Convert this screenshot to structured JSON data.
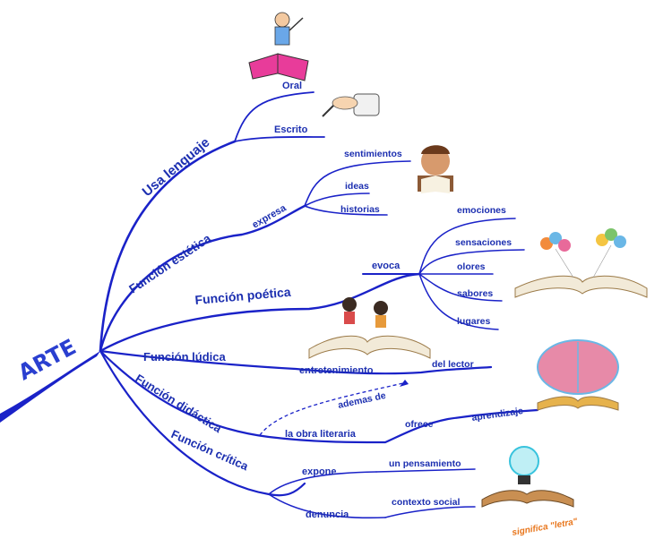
{
  "root": {
    "label": "ARTE"
  },
  "branches": {
    "usa_lenguaje": {
      "label": "Usa lenguaje",
      "children": [
        "Oral",
        "Escrito"
      ]
    },
    "funcion_estetica": {
      "label": "Función estética",
      "connector": "expresa",
      "children": [
        "sentimientos",
        "ideas",
        "historias"
      ]
    },
    "funcion_poetica": {
      "label": "Función poética",
      "connector": "evoca",
      "children": [
        "emociones",
        "sensaciones",
        "olores",
        "sabores",
        "lugares"
      ]
    },
    "funcion_ludica": {
      "label": "Función lúdica",
      "connector": "entretenimiento",
      "target": "del lector"
    },
    "funcion_didactica": {
      "label": "Función didáctica",
      "connector": "la obra literaria",
      "link": "ademas de",
      "sub_connector": "ofrece",
      "child": "aprendizaje"
    },
    "funcion_critica": {
      "label": "Función crítica",
      "connectors": [
        "expone",
        "denuncia"
      ],
      "children": [
        "un pensamiento",
        "contexto social"
      ]
    }
  },
  "note": "significa \"letra\"",
  "colors": {
    "branch": "#1a22c8",
    "text": "#1c2fb0",
    "note": "#e8761c"
  },
  "illustrations": [
    "child-reading-open-book",
    "writing-hand",
    "boy-reading-book",
    "balloons-over-open-book",
    "children-jumping-on-book",
    "brain-over-book",
    "lightbulb-head-over-book"
  ]
}
